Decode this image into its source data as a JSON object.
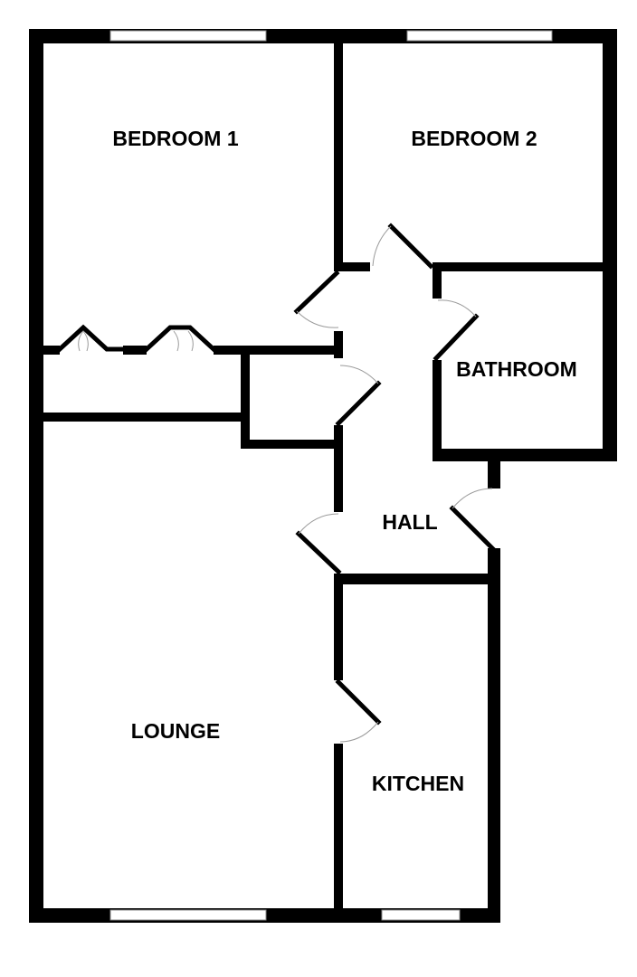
{
  "floorplan": {
    "rooms": {
      "bedroom1": "BEDROOM 1",
      "bedroom2": "BEDROOM 2",
      "bathroom": "BATHROOM",
      "hall": "HALL",
      "lounge": "LOUNGE",
      "kitchen": "KITCHEN"
    },
    "colors": {
      "wall": "#000000",
      "background": "#ffffff",
      "door_swing": "#9a9a9a"
    }
  }
}
